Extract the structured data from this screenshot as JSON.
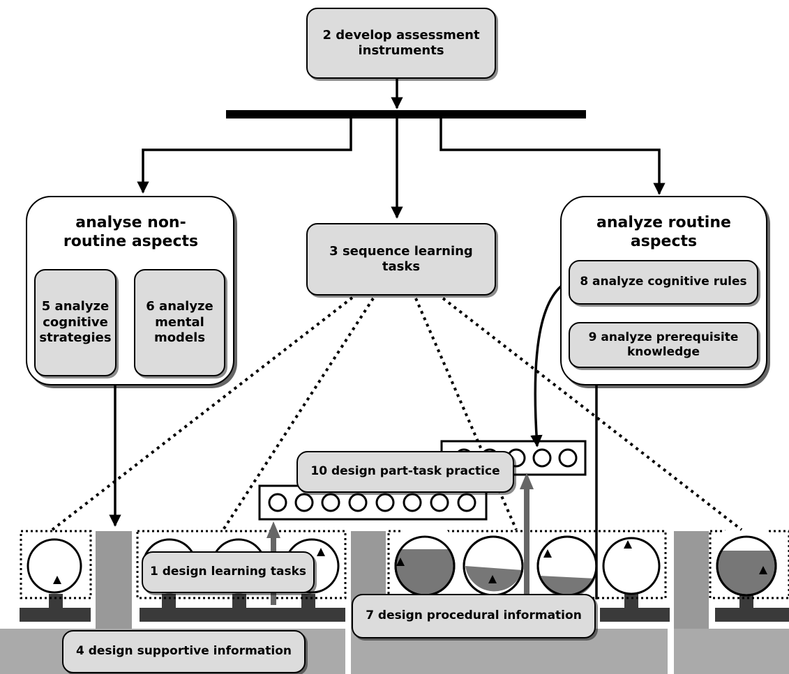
{
  "nodes": {
    "develop_assessment": "2 develop assessment instruments",
    "nonroutine_heading": "analyse non-routine aspects",
    "cognitive_strategies": "5 analyze cognitive strategies",
    "mental_models": "6 analyze mental models",
    "sequence_tasks": "3 sequence learning tasks",
    "routine_heading": "analyze routine aspects",
    "cognitive_rules": "8 analyze cognitive rules",
    "prerequisite_knowledge": "9 analyze prerequisite knowledge",
    "part_task_practice": "10 design part-task practice",
    "learning_tasks": "1 design learning tasks",
    "supportive_information": "4 design supportive information",
    "procedural_information": "7 design procedural information"
  },
  "colors": {
    "box_fill": "#dcdcdc",
    "dark_fill": "#555555",
    "mid_fill": "#888888",
    "support_fill": "#999999",
    "line": "#000000"
  }
}
